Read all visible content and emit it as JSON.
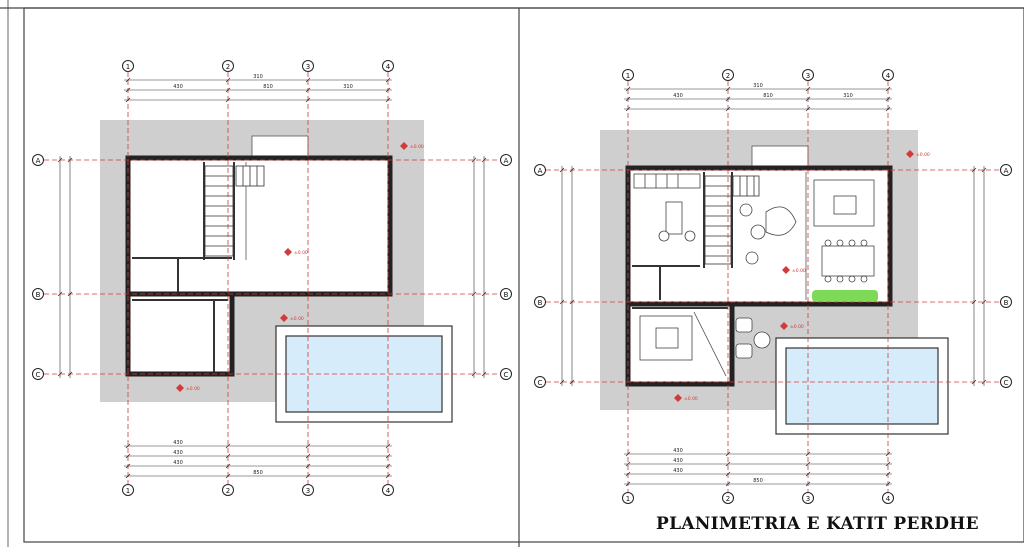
{
  "sheet": {
    "caption": "PLANIMETRIA E KATIT PERDHE"
  },
  "colors": {
    "wall": "#222222",
    "axis": "#d23b3b",
    "terrace": "#cfcfcf",
    "pool_water": "#d7ecfb",
    "dimension": "#333333",
    "plants": "#7ed957"
  },
  "plans": [
    {
      "id": "plan-left",
      "axis_labels_x": [
        "1",
        "2",
        "3",
        "4"
      ],
      "axis_labels_y": [
        "A",
        "B",
        "C"
      ],
      "level_markers": [
        "±0.00",
        "±0.00",
        "±0.00",
        "±0.00"
      ],
      "dims_top": [
        "430",
        "810",
        "310",
        "310"
      ],
      "dims_bottom": [
        "430",
        "430",
        "430",
        "850"
      ],
      "furnished": false
    },
    {
      "id": "plan-right",
      "axis_labels_x": [
        "1",
        "2",
        "3",
        "4"
      ],
      "axis_labels_y": [
        "A",
        "B",
        "C"
      ],
      "level_markers": [
        "±0.00",
        "±0.00",
        "±0.00",
        "±0.00"
      ],
      "dims_top": [
        "430",
        "810",
        "310",
        "310"
      ],
      "dims_bottom": [
        "430",
        "430",
        "430",
        "850"
      ],
      "furnished": true
    }
  ]
}
